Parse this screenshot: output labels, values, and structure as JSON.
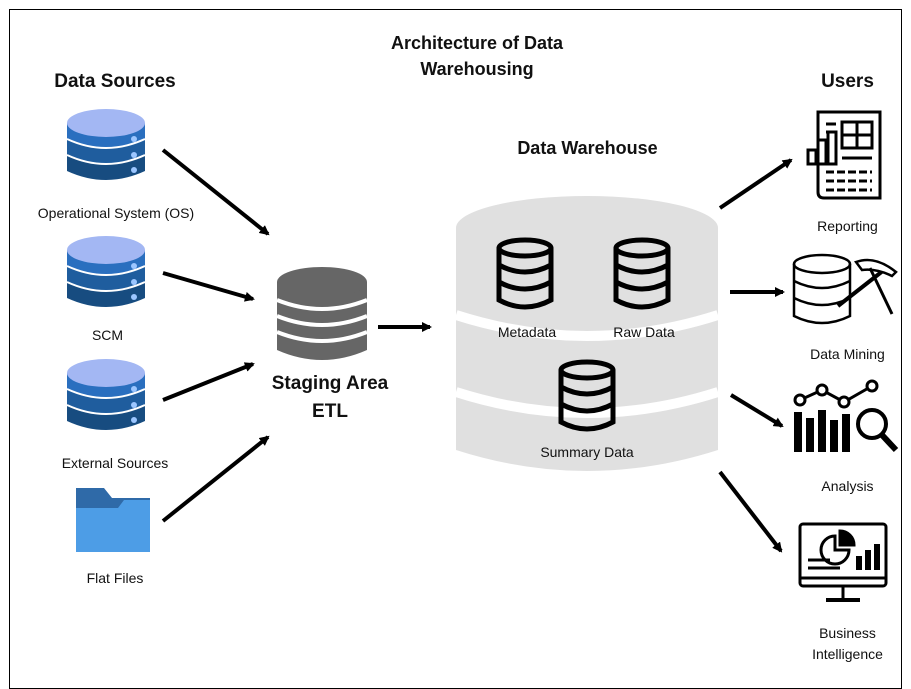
{
  "title": {
    "line1": "Architecture of Data",
    "line2": "Warehousing"
  },
  "sources": {
    "heading": "Data Sources",
    "items": [
      {
        "label": "Operational System (OS)",
        "icon": "database-icon"
      },
      {
        "label": "SCM",
        "icon": "database-icon"
      },
      {
        "label": "External Sources",
        "icon": "database-icon"
      },
      {
        "label": "Flat Files",
        "icon": "folder-icon"
      }
    ]
  },
  "staging": {
    "line1": "Staging Area",
    "line2": "ETL"
  },
  "warehouse": {
    "heading": "Data Warehouse",
    "metadata": "Metadata",
    "raw": "Raw Data",
    "summary": "Summary Data"
  },
  "users": {
    "heading": "Users",
    "reporting": "Reporting",
    "mining": "Data Mining",
    "analysis": "Analysis",
    "bi_line1": "Business",
    "bi_line2": "Intelligence"
  },
  "colors": {
    "db_top": "#a3b7f3",
    "db_band1": "#2a6fbf",
    "db_band2": "#1f5d9e",
    "db_band3": "#174c80",
    "folder_back": "#2f6aa8",
    "folder_front": "#4d9de6",
    "staging_gray": "#666666",
    "warehouse_gray": "#e0e0e0",
    "arrow": "#000000"
  }
}
